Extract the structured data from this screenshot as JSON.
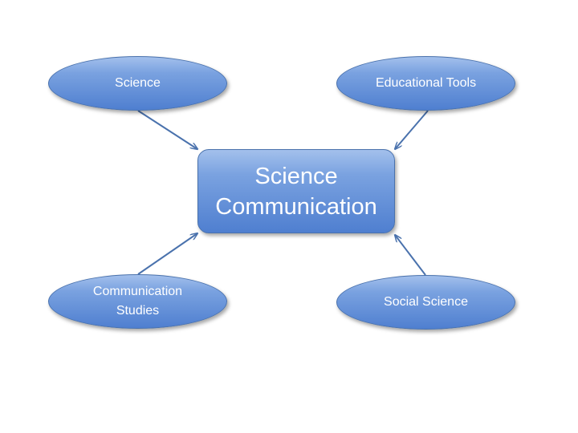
{
  "diagram": {
    "center": {
      "line1": "Science",
      "line2": "Communication"
    },
    "nodes": {
      "science": "Science",
      "educational_tools": "Educational Tools",
      "communication_studies_line1": "Communication",
      "communication_studies_line2": "Studies",
      "social_science": "Social Science"
    },
    "colors": {
      "node_fill_top": "#a3c0ec",
      "node_fill_bottom": "#4f7fd0",
      "node_border": "#4a72ad",
      "arrow": "#4a72ad",
      "text": "#ffffff"
    }
  }
}
